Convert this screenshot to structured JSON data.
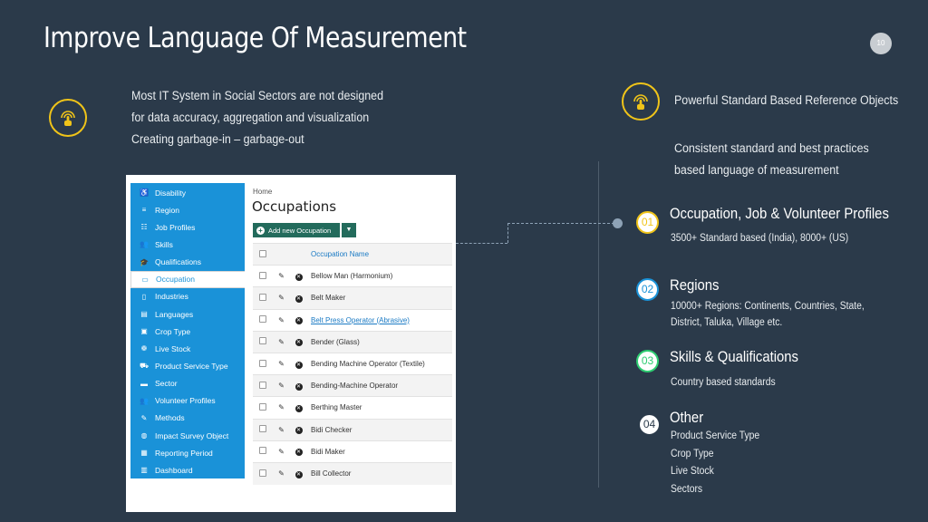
{
  "slide": {
    "title": "Improve Language Of Measurement",
    "page_number": "10"
  },
  "intro": {
    "lines": [
      "Most IT System in Social Sectors are not designed",
      "for data accuracy, aggregation and visualization",
      "Creating garbage-in – garbage-out"
    ]
  },
  "reference": {
    "title": "Powerful Standard Based Reference Objects",
    "desc_lines": [
      "Consistent standard and best practices",
      "based language of measurement"
    ]
  },
  "features": [
    {
      "number": "01",
      "title": "Occupation, Job & Volunteer Profiles",
      "desc": [
        "3500+ Standard based (India), 8000+ (US)"
      ],
      "color": "#f0c419"
    },
    {
      "number": "02",
      "title": "Regions",
      "desc": [
        "10000+ Regions: Continents, Countries, State,",
        "District, Taluka, Village etc."
      ],
      "color": "#1a92d8"
    },
    {
      "number": "03",
      "title": "Skills & Qualifications",
      "desc": [
        "Country based standards"
      ],
      "color": "#2ecc71"
    },
    {
      "number": "04",
      "title": "Other",
      "desc": [
        "Product Service Type",
        "Crop Type",
        "Live Stock",
        "Sectors"
      ],
      "color": "#2b3a4a"
    }
  ],
  "app": {
    "sidebar": [
      {
        "label": "Disability",
        "icon": "wheelchair-icon"
      },
      {
        "label": "Region",
        "icon": "list-icon"
      },
      {
        "label": "Job Profiles",
        "icon": "sitemap-icon"
      },
      {
        "label": "Skills",
        "icon": "users-icon"
      },
      {
        "label": "Qualifications",
        "icon": "graduation-cap-icon"
      },
      {
        "label": "Occupation",
        "icon": "id-card-icon",
        "active": true
      },
      {
        "label": "Industries",
        "icon": "building-icon"
      },
      {
        "label": "Languages",
        "icon": "book-icon"
      },
      {
        "label": "Crop Type",
        "icon": "image-icon"
      },
      {
        "label": "Live Stock",
        "icon": "paw-icon"
      },
      {
        "label": "Product Service Type",
        "icon": "cart-icon"
      },
      {
        "label": "Sector",
        "icon": "briefcase-icon"
      },
      {
        "label": "Volunteer Profiles",
        "icon": "users-icon"
      },
      {
        "label": "Methods",
        "icon": "wrench-icon"
      },
      {
        "label": "Impact Survey Object",
        "icon": "globe-icon"
      },
      {
        "label": "Reporting Period",
        "icon": "calendar-icon"
      },
      {
        "label": "Dashboard",
        "icon": "chart-icon"
      }
    ],
    "breadcrumb": "Home",
    "page_title": "Occupations",
    "add_button": "Add new Occupation",
    "table_header": "Occupation Name",
    "rows": [
      "Bellow Man (Harmonium)",
      "Belt Maker",
      "Belt Press Operator (Abrasive)",
      "Bender (Glass)",
      "Bending Machine Operator (Textile)",
      "Bending-Machine Operator",
      "Berthing Master",
      "Bidi Checker",
      "Bidi Maker",
      "Bill Collector"
    ]
  }
}
